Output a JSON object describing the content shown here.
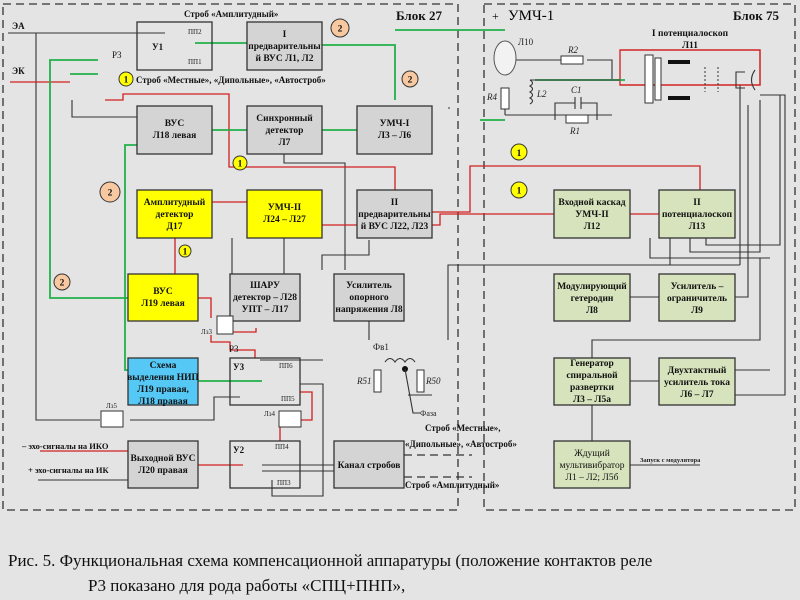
{
  "blocks_labels": {
    "block27": "Блок 27",
    "block75": "Блок 75",
    "umch1": "УМЧ-1"
  },
  "inputs": {
    "ea": "ЭА",
    "ek": "ЭК"
  },
  "strobes": {
    "amplitude": "Строб «Амплитудный»",
    "local": "Строб «Местные», «Дипольные», «Автостроб»",
    "local_l1": "Строб «Местные»,",
    "local_l2": "«Дипольные», «Автостроб»"
  },
  "outputs": {
    "iko": "– эхо-сигналы на ИКО",
    "ik": "+ эхо-сигналы на ИК"
  },
  "launch": "Запуск с модулятора",
  "blocks": {
    "u1": [
      "У1"
    ],
    "vus1": [
      "I",
      "предварительны",
      "й ВУС Л1, Л2"
    ],
    "vus18": [
      "ВУС",
      "Л18 левая"
    ],
    "sync": [
      "Синхронный",
      "детектор",
      "Л7"
    ],
    "umch1": [
      "УМЧ-I",
      "Л3 – Л6"
    ],
    "ampdet": [
      "Амплитудный",
      "детектор",
      "Д17"
    ],
    "umch2": [
      "УМЧ-II",
      "Л24 – Л27"
    ],
    "vus2": [
      "II",
      "предварительны",
      "й ВУС Л22, Л23"
    ],
    "vus19": [
      "ВУС",
      "Л19 левая"
    ],
    "sharu": [
      "ШАРУ",
      "детектор – Л28",
      "УПТ – Л17"
    ],
    "refamp": [
      "Усилитель",
      "опорного",
      "напряжения Л8"
    ],
    "nip": [
      "Схема",
      "выделения НИП",
      "Л19 правая,",
      "Л18 правая"
    ],
    "u3": [
      "У3"
    ],
    "outvus": [
      "Выходной ВУС",
      "Л20 правая"
    ],
    "u2": [
      "У2"
    ],
    "strobe_ch": [
      "Канал стробов"
    ],
    "input_stage": [
      "Входной каскад",
      "УМЧ-II",
      "Л12"
    ],
    "pot2": [
      "II",
      "потенциалоскоп",
      "Л13"
    ],
    "mod_het": [
      "Модулирующий",
      "гетеродин",
      "Л8"
    ],
    "limiter": [
      "Усилитель –",
      "ограничитель",
      "Л9"
    ],
    "spiral": [
      "Генератор",
      "спиральной",
      "развертки",
      "Л3 – Л5а"
    ],
    "push_pull": [
      "Двухтактный",
      "усилитель тока",
      "Л6 – Л7"
    ],
    "multivib": [
      "Ждущий",
      "мультивибратор",
      "Л1 – Л2; Л5б"
    ]
  },
  "pot1": [
    "I потенциалоскоп",
    "Л11"
  ],
  "components": {
    "l10": "Л10",
    "r2": "R2",
    "r4": "R4",
    "l2": "L2",
    "c1": "C1",
    "r1": "R1",
    "r51": "R51",
    "r50": "R50",
    "fv1": "Фв1",
    "phase": "Фаза",
    "r3a": "Р3",
    "r3b": "Р3",
    "lz3": "Лз3",
    "lz4": "Лз4",
    "lz5": "Лз5"
  },
  "contacts": {
    "pp1": "ПП1",
    "pp2": "ПП2",
    "pp3": "ПП3",
    "pp4": "ПП4",
    "pp5": "ПП5",
    "pp6": "ПП6"
  },
  "markers": {
    "m1": "1",
    "m2": "2"
  },
  "colors": {
    "signal1": "#d02020",
    "signal2": "#22b04a",
    "yellow_block": "#ffff00",
    "cyan_block": "#55c8f5",
    "green_block": "#d6e3bc",
    "marker1": "#ffff00",
    "marker2": "#f8c8a0"
  },
  "caption": {
    "line1": "Рис. 5. Функциональная схема компенсационной аппаратуры (положение контактов реле",
    "line2": "Р3 показано для рода работы «СПЦ+ПНП»,"
  }
}
